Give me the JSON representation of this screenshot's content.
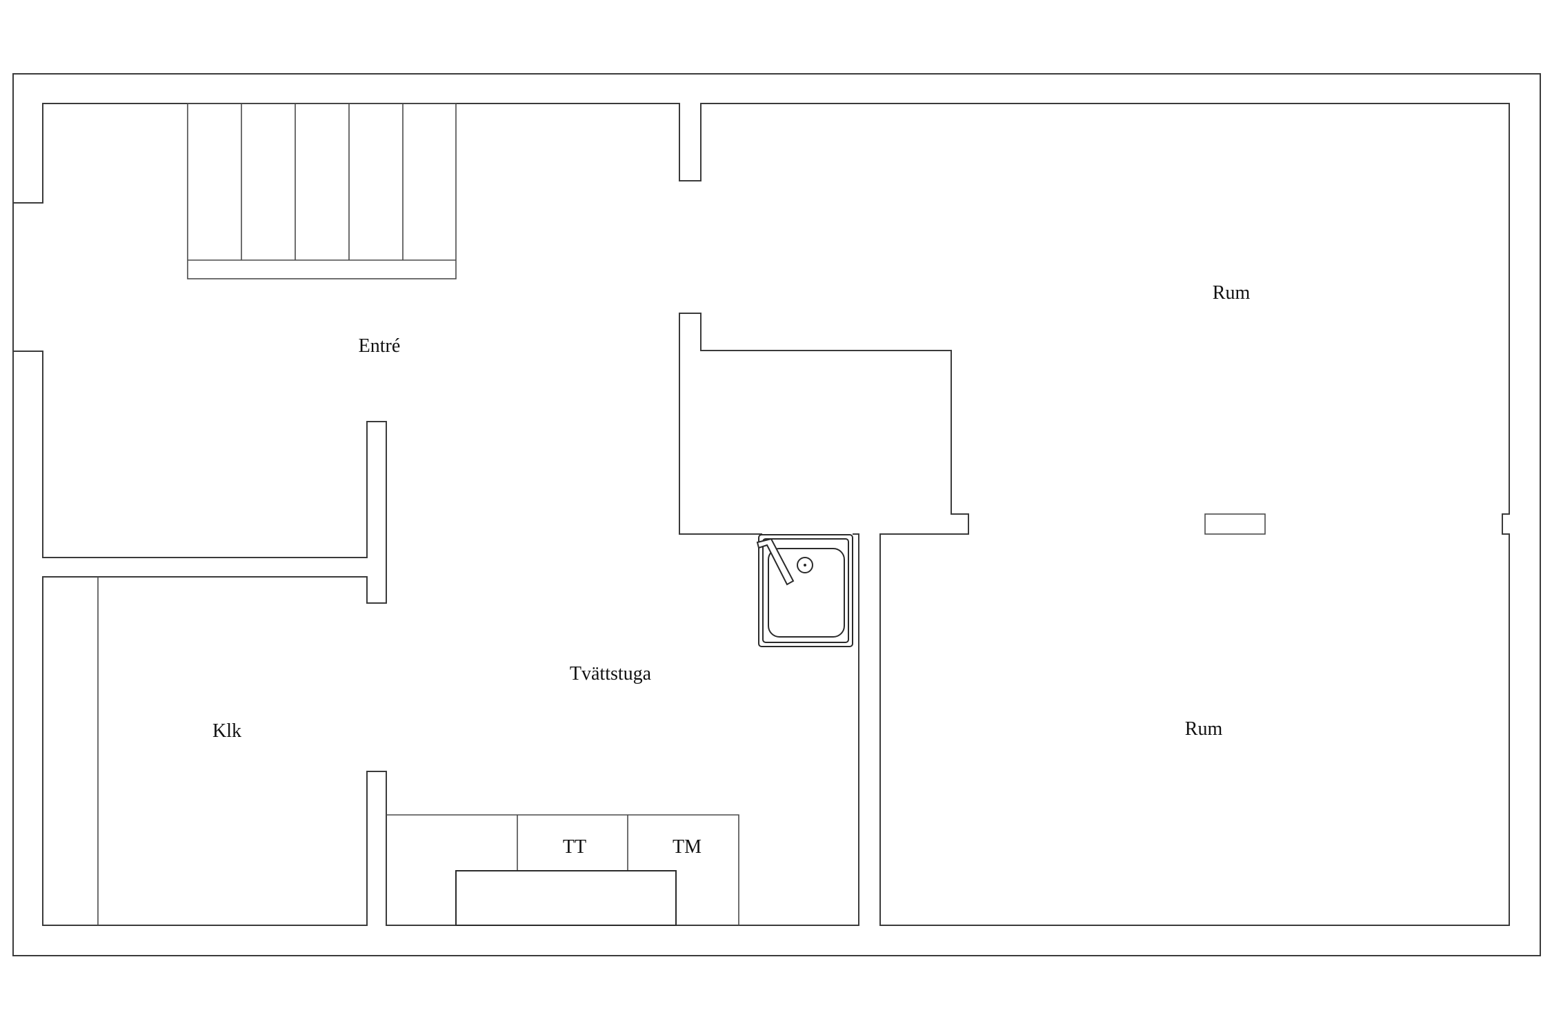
{
  "plan": {
    "rooms": {
      "entre": "Entré",
      "rum_upper": "Rum",
      "rum_lower": "Rum",
      "tvattstuga": "Tvättstuga",
      "klk": "Klk"
    },
    "appliances": {
      "tumble_dryer": "TT",
      "washing_machine": "TM"
    },
    "colors": {
      "line": "#3a3a3a",
      "background": "#ffffff",
      "text": "#111111"
    }
  }
}
